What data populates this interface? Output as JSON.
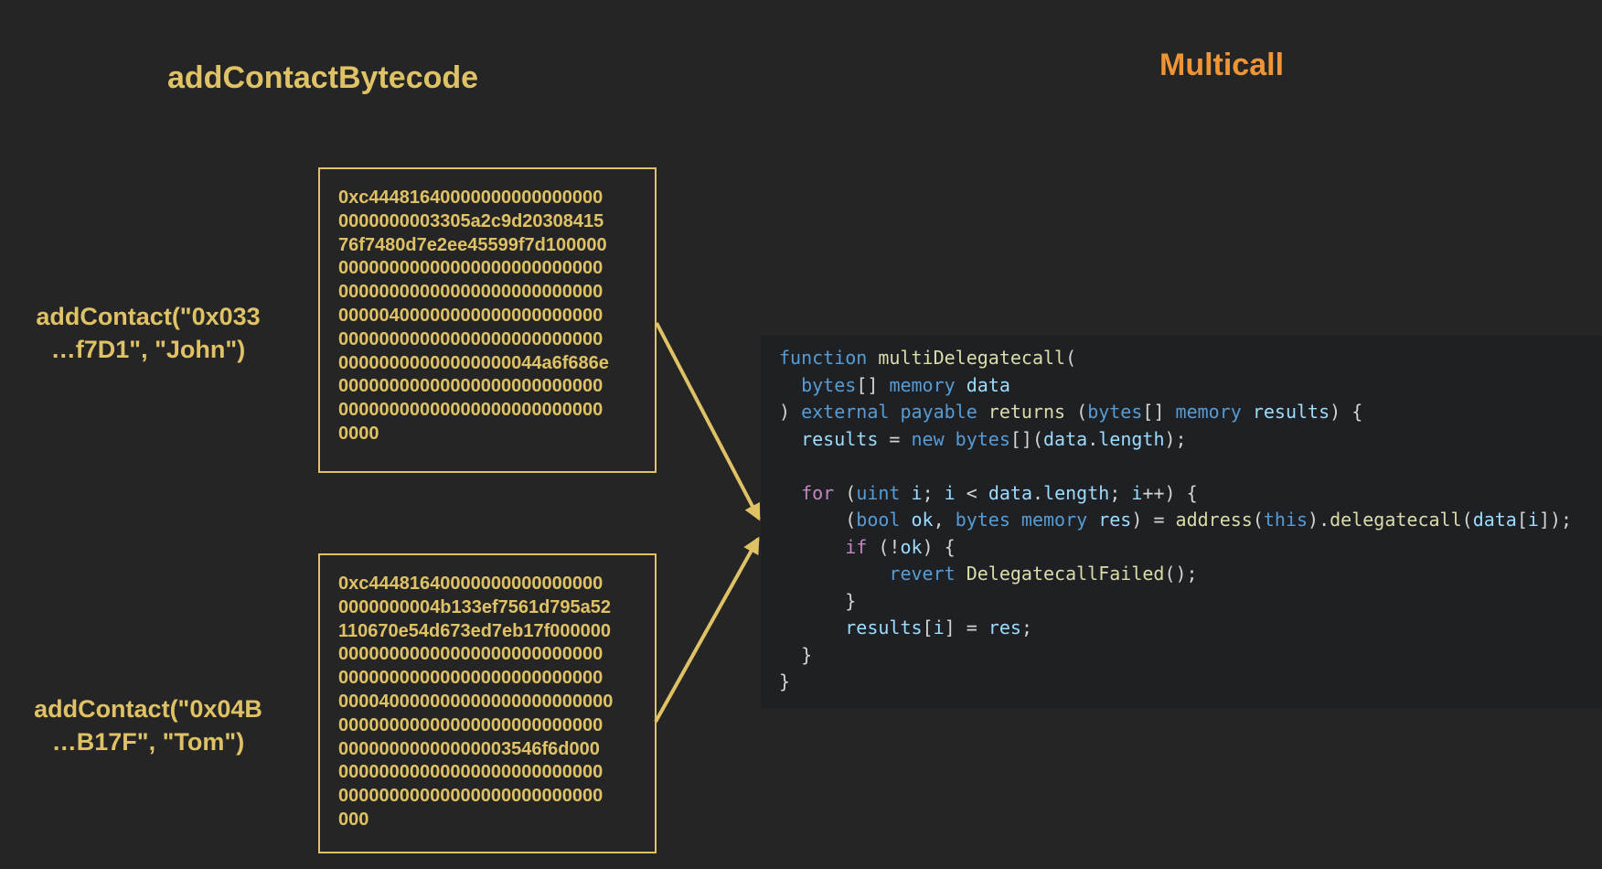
{
  "titles": {
    "left": "addContactBytecode",
    "right": "Multicall"
  },
  "colors": {
    "accent_yellow": "#dfc266",
    "accent_orange": "#ef9536",
    "page_bg": "#252525",
    "code_bg": "#1e2023",
    "code_keyword": "#569cd6",
    "code_control": "#c586c0",
    "code_function": "#dcdcaa",
    "code_variable": "#9cdcfe",
    "code_punctuation": "#d4d4d4"
  },
  "calls": [
    {
      "label_lines": [
        "addContact(\"0x033",
        "…f7D1\", \"John\")"
      ],
      "bytecode_lines": [
        "0xc44481640000000000000000",
        "0000000003305a2c9d20308415",
        "76f7480d7e2ee45599f7d100000",
        "00000000000000000000000000",
        "00000000000000000000000000",
        "00000400000000000000000000",
        "00000000000000000000000000",
        "00000000000000000044a6f686e",
        "00000000000000000000000000",
        "00000000000000000000000000",
        "0000"
      ]
    },
    {
      "label_lines": [
        "addContact(\"0x04B",
        "…B17F\", \"Tom\")"
      ],
      "bytecode_lines": [
        "0xc44481640000000000000000",
        "0000000004b133ef7561d795a52",
        "110670e54d673ed7eb17f000000",
        "00000000000000000000000000",
        "00000000000000000000000000",
        "000040000000000000000000000",
        "00000000000000000000000000",
        "00000000000000003546f6d000",
        "00000000000000000000000000",
        "00000000000000000000000000",
        "000"
      ]
    }
  ],
  "code": {
    "lines": [
      [
        [
          "kw",
          "function "
        ],
        [
          "fn",
          "multiDelegatecall"
        ],
        [
          "pun",
          "("
        ]
      ],
      [
        [
          "pun",
          "  "
        ],
        [
          "kw",
          "bytes"
        ],
        [
          "pun",
          "[] "
        ],
        [
          "kw",
          "memory "
        ],
        [
          "var",
          "data"
        ]
      ],
      [
        [
          "pun",
          ") "
        ],
        [
          "kw",
          "external payable "
        ],
        [
          "fn",
          "returns"
        ],
        [
          "pun",
          " ("
        ],
        [
          "kw",
          "bytes"
        ],
        [
          "pun",
          "[] "
        ],
        [
          "kw",
          "memory "
        ],
        [
          "var",
          "results"
        ],
        [
          "pun",
          ") {"
        ]
      ],
      [
        [
          "pun",
          "  "
        ],
        [
          "var",
          "results"
        ],
        [
          "pun",
          " = "
        ],
        [
          "kw",
          "new bytes"
        ],
        [
          "pun",
          "[]("
        ],
        [
          "var",
          "data"
        ],
        [
          "pun",
          "."
        ],
        [
          "var",
          "length"
        ],
        [
          "pun",
          ");"
        ]
      ],
      [],
      [
        [
          "pun",
          "  "
        ],
        [
          "ctrl",
          "for"
        ],
        [
          "pun",
          " ("
        ],
        [
          "kw",
          "uint"
        ],
        [
          "var",
          " i"
        ],
        [
          "pun",
          "; "
        ],
        [
          "var",
          "i"
        ],
        [
          "pun",
          " < "
        ],
        [
          "var",
          "data"
        ],
        [
          "pun",
          "."
        ],
        [
          "var",
          "length"
        ],
        [
          "pun",
          "; "
        ],
        [
          "var",
          "i"
        ],
        [
          "pun",
          "++) {"
        ]
      ],
      [
        [
          "pun",
          "      ("
        ],
        [
          "kw",
          "bool"
        ],
        [
          "var",
          " ok"
        ],
        [
          "pun",
          ", "
        ],
        [
          "kw",
          "bytes memory"
        ],
        [
          "var",
          " res"
        ],
        [
          "pun",
          ") = "
        ],
        [
          "fn",
          "address"
        ],
        [
          "pun",
          "("
        ],
        [
          "kw",
          "this"
        ],
        [
          "pun",
          ")."
        ],
        [
          "fn",
          "delegatecall"
        ],
        [
          "pun",
          "("
        ],
        [
          "var",
          "data"
        ],
        [
          "pun",
          "["
        ],
        [
          "var",
          "i"
        ],
        [
          "pun",
          "]);"
        ]
      ],
      [
        [
          "pun",
          "      "
        ],
        [
          "ctrl",
          "if"
        ],
        [
          "pun",
          " (!"
        ],
        [
          "var",
          "ok"
        ],
        [
          "pun",
          ") {"
        ]
      ],
      [
        [
          "pun",
          "          "
        ],
        [
          "kw",
          "revert "
        ],
        [
          "fn",
          "DelegatecallFailed"
        ],
        [
          "pun",
          "();"
        ]
      ],
      [
        [
          "pun",
          "      }"
        ]
      ],
      [
        [
          "pun",
          "      "
        ],
        [
          "var",
          "results"
        ],
        [
          "pun",
          "["
        ],
        [
          "var",
          "i"
        ],
        [
          "pun",
          "] = "
        ],
        [
          "var",
          "res"
        ],
        [
          "pun",
          ";"
        ]
      ],
      [
        [
          "pun",
          "  }"
        ]
      ],
      [
        [
          "pun",
          "}"
        ]
      ]
    ]
  }
}
